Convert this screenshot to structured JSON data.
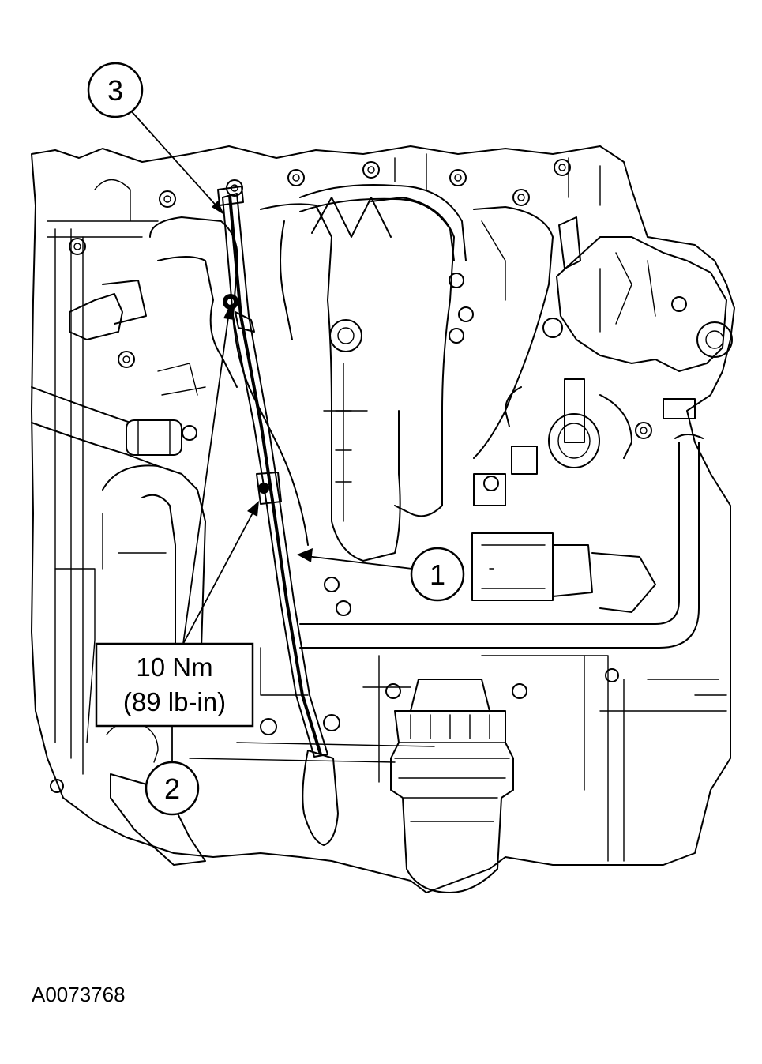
{
  "callouts": [
    {
      "label": "1"
    },
    {
      "label": "2"
    },
    {
      "label": "3"
    }
  ],
  "torque": {
    "line1": "10 Nm",
    "line2": "(89 lb-in)"
  },
  "figure_id": "A0073768"
}
